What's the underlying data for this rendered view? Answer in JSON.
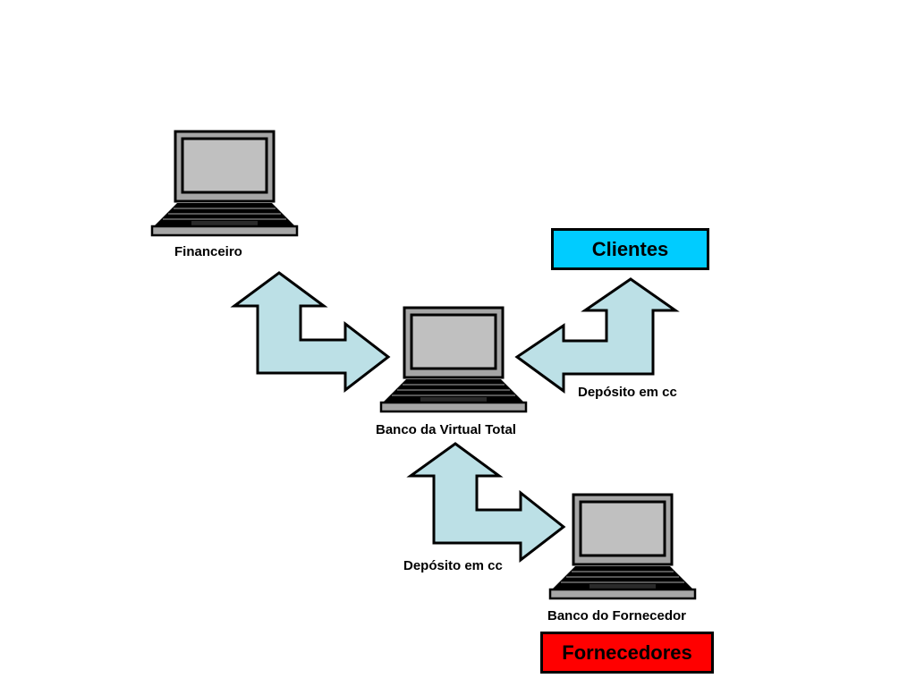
{
  "nodes": {
    "financeiro": {
      "label": "Financeiro"
    },
    "banco_virtual_total": {
      "label": "Banco da Virtual Total"
    },
    "banco_fornecedor": {
      "label": "Banco do Fornecedor"
    }
  },
  "groups": {
    "clientes": {
      "label": "Clientes",
      "fill": "#00CCFF"
    },
    "fornecedores": {
      "label": "Fornecedores",
      "fill": "#FF0000"
    }
  },
  "edges": [
    {
      "from": "financeiro",
      "to": "banco_virtual_total",
      "label": ""
    },
    {
      "from": "clientes",
      "to": "banco_virtual_total",
      "label": "Depósito em cc"
    },
    {
      "from": "banco_virtual_total",
      "to": "banco_fornecedor",
      "label": "Depósito em cc"
    }
  ],
  "colors": {
    "arrow_fill": "#BCE0E6",
    "laptop_body": "#A6A6A6",
    "laptop_screen": "#C0C0C0",
    "outline": "#000000"
  }
}
